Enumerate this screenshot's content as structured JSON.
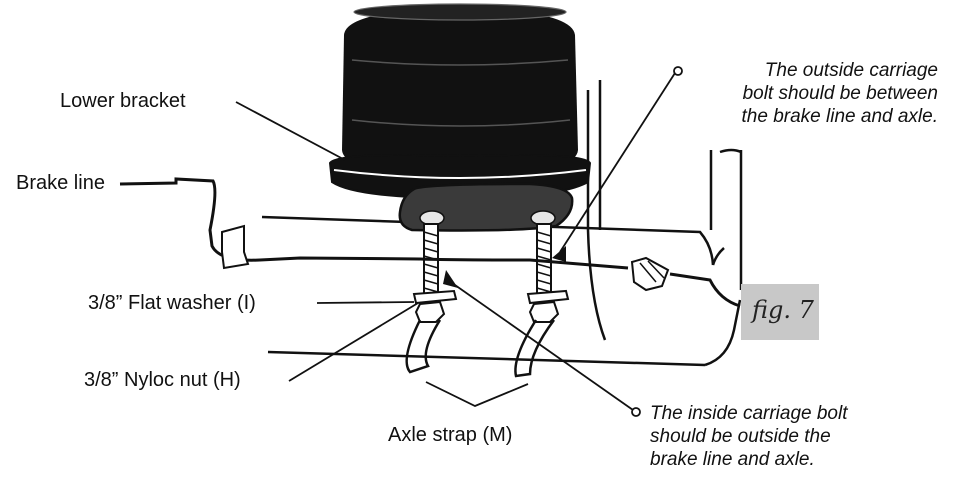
{
  "labels": {
    "lower_bracket": "Lower bracket",
    "brake_line": "Brake line",
    "flat_washer": "3/8” Flat washer (I)",
    "nyloc_nut": "3/8” Nyloc nut (H)",
    "axle_strap": "Axle strap (M)"
  },
  "notes": {
    "outside_bolt": [
      "The outside carriage",
      "bolt should be between",
      "the brake line and axle."
    ],
    "inside_bolt": [
      "The inside carriage bolt",
      "should be outside the",
      "brake line and axle."
    ]
  },
  "figure_tag": "fig. 7",
  "colors": {
    "ink": "#111111",
    "airbag": "#111111",
    "bracket": "#3a3a3a",
    "figure_tag_bg": "#c8c8c8"
  }
}
